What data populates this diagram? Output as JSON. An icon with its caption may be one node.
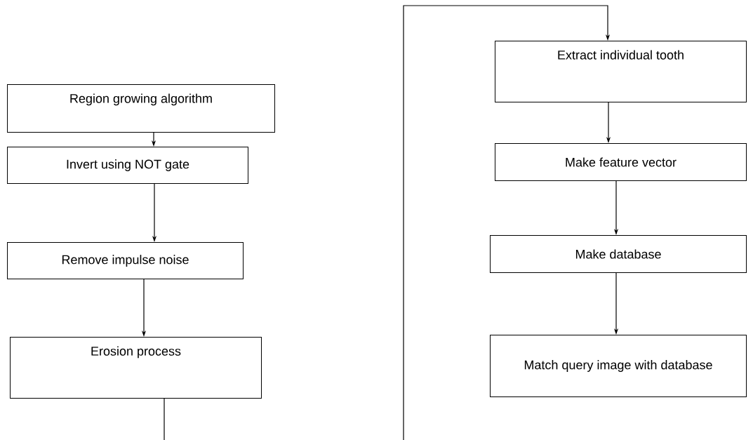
{
  "diagram": {
    "nodes": [
      {
        "text": [
          "Region growing algorithm"
        ]
      },
      {
        "text": [
          "Invert using NOT gate"
        ]
      },
      {
        "text": [
          "Remove impulse noise"
        ]
      },
      {
        "text": [
          "Erosion process"
        ]
      },
      {
        "text": [
          "Extract individual tooth"
        ]
      },
      {
        "text": [
          "Make feature vector"
        ]
      },
      {
        "text": [
          "Make database"
        ]
      },
      {
        "text": [
          "Match query image with database"
        ]
      }
    ],
    "edges": [
      {
        "from": 0,
        "to": 1,
        "arrow": "to"
      },
      {
        "from": 1,
        "to": 2,
        "arrow": "to"
      },
      {
        "from": 2,
        "to": 3,
        "arrow": "to"
      },
      {
        "from": 3,
        "to": 4,
        "arrow": "to"
      },
      {
        "from": 4,
        "to": 5,
        "arrow": "to"
      },
      {
        "from": 5,
        "to": 6,
        "arrow": "to"
      },
      {
        "from": 6,
        "to": 7,
        "arrow": "to"
      }
    ]
  }
}
